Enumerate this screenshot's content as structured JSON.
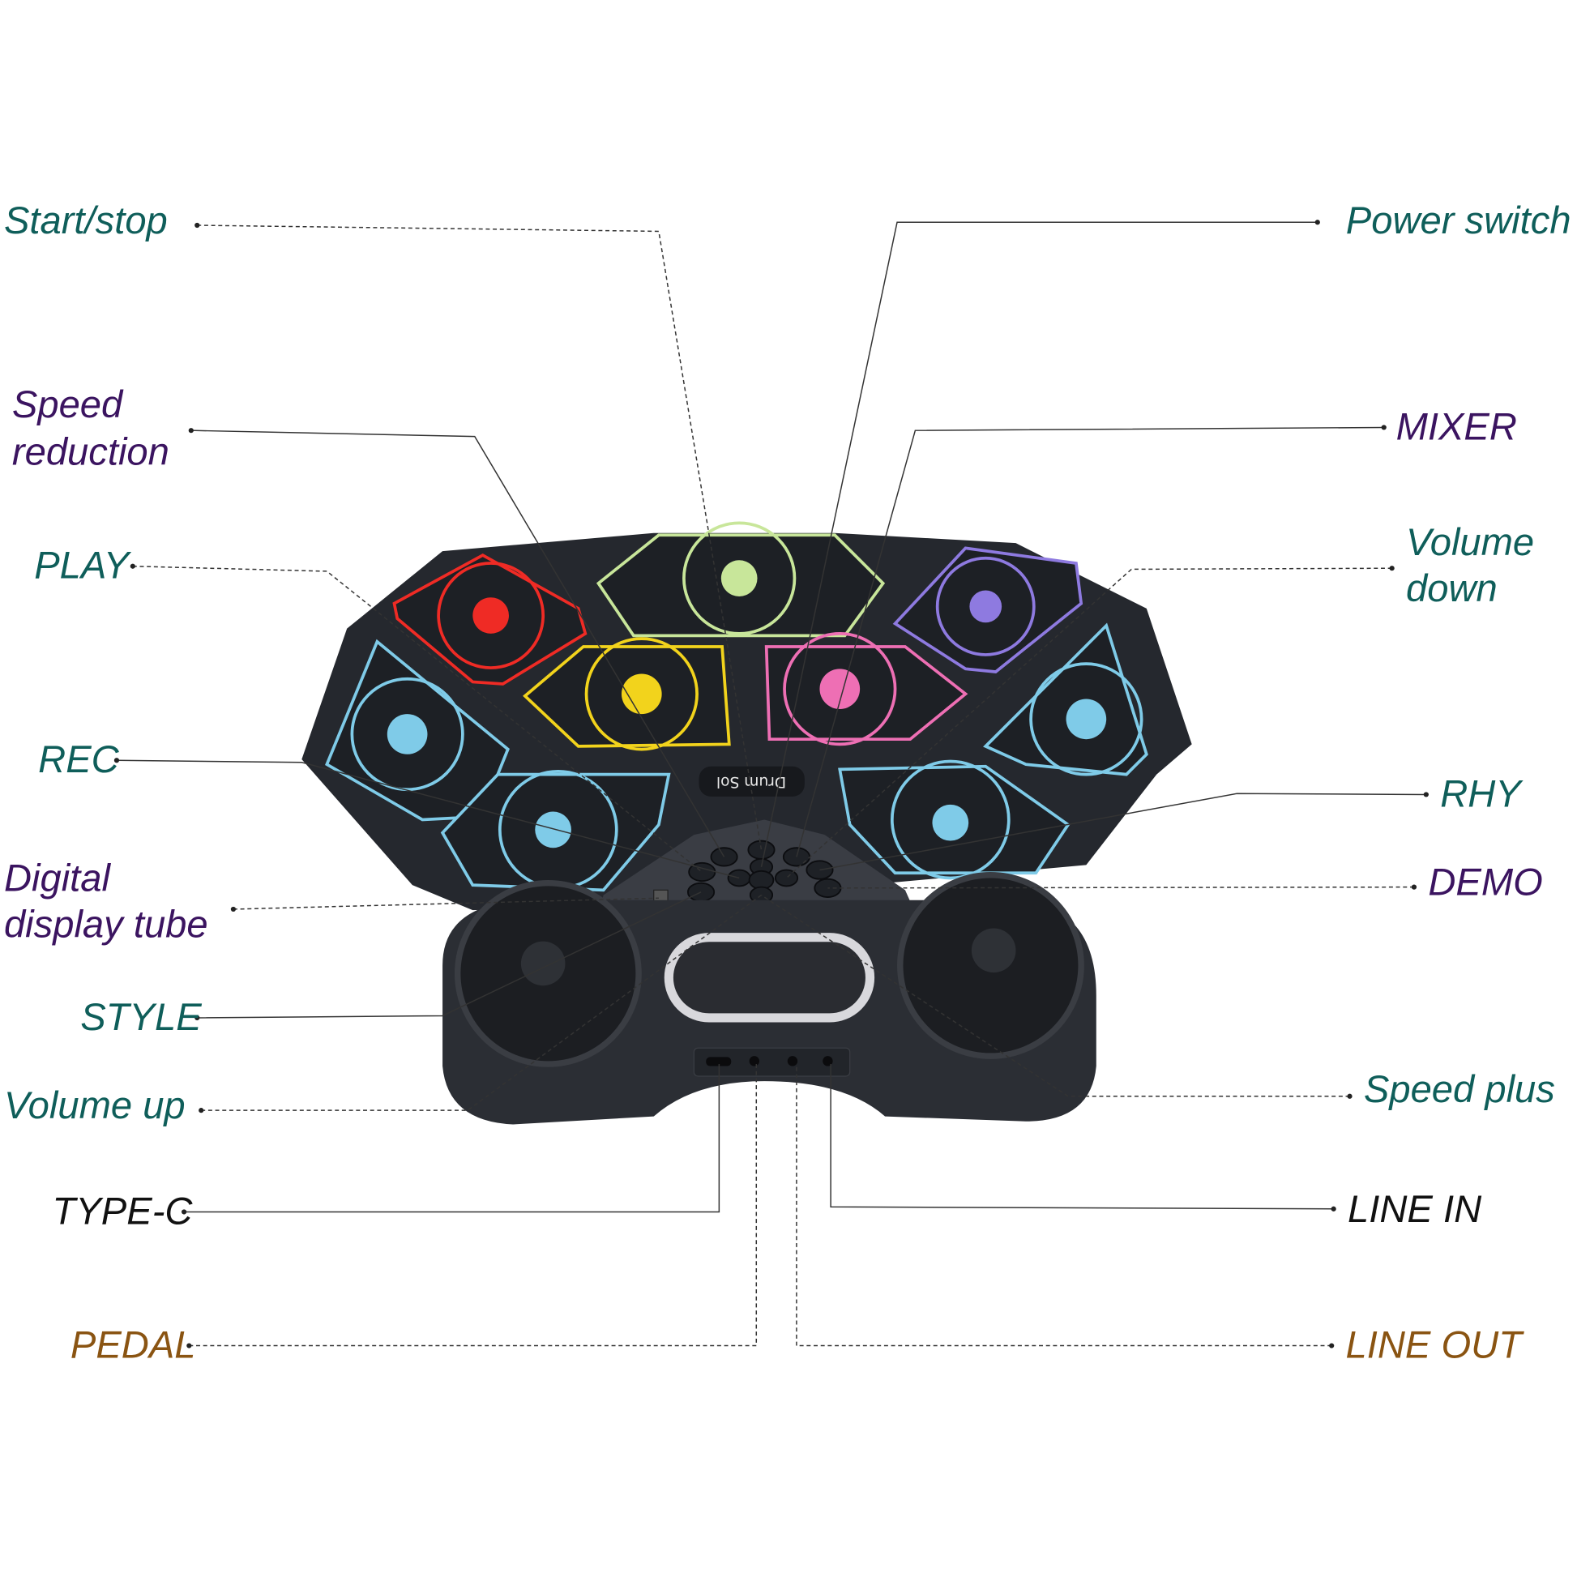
{
  "product": {
    "logo_text": "Drum Sol",
    "colors": {
      "body": "#2a2d33",
      "pad_red": "#ef2b25",
      "pad_green": "#c8e69a",
      "pad_purple": "#8e7ae0",
      "pad_yellow": "#f2d31c",
      "pad_pink": "#ee6fb4",
      "pad_blue": "#7fcbe8"
    }
  },
  "labels": {
    "start_stop": "Start/stop",
    "speed_reduction_1": "Speed",
    "speed_reduction_2": "reduction",
    "play": "PLAY",
    "rec": "REC",
    "digital_display_1": "Digital",
    "digital_display_2": "display tube",
    "style": "STYLE",
    "volume_up": "Volume up",
    "type_c": "TYPE-C",
    "pedal": "PEDAL",
    "power_switch": "Power switch",
    "mixer": "MIXER",
    "volume_down_1": "Volume",
    "volume_down_2": "down",
    "rhy": "RHY",
    "demo": "DEMO",
    "speed_plus": "Speed plus",
    "line_in": "LINE IN",
    "line_out": "LINE OUT"
  }
}
